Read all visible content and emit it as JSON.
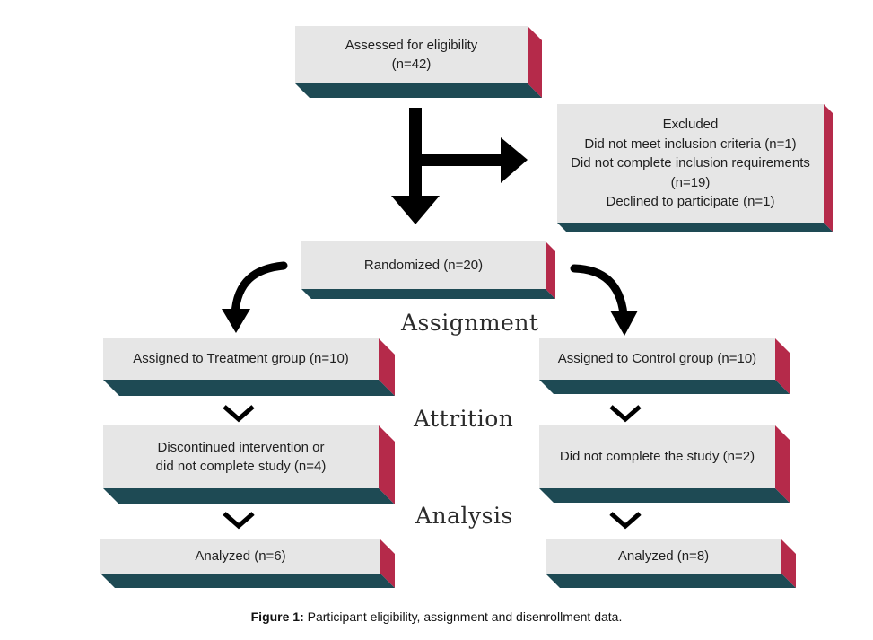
{
  "colors": {
    "face": "#e6e6e6",
    "bottom_edge": "#1e4a54",
    "side_edge": "#b52a4a",
    "arrow": "#000000"
  },
  "boxes": {
    "assessed": {
      "lines": [
        "Assessed for eligibility",
        "(n=42)"
      ]
    },
    "excluded": {
      "lines": [
        "Excluded",
        "Did not meet inclusion criteria (n=1)",
        "Did not complete inclusion requirements",
        "(n=19)",
        "Declined to participate (n=1)"
      ]
    },
    "randomized": {
      "lines": [
        "Randomized (n=20)"
      ]
    },
    "treatment": {
      "lines": [
        "Assigned to Treatment group (n=10)"
      ]
    },
    "control": {
      "lines": [
        "Assigned to Control group (n=10)"
      ]
    },
    "treatment_attrition": {
      "lines": [
        "Discontinued intervention or",
        "did not complete study (n=4)"
      ]
    },
    "control_attrition": {
      "lines": [
        "Did not complete the study (n=2)"
      ]
    },
    "treatment_analyzed": {
      "lines": [
        "Analyzed (n=6)"
      ]
    },
    "control_analyzed": {
      "lines": [
        "Analyzed (n=8)"
      ]
    }
  },
  "stages": {
    "assignment": "Assignment",
    "attrition": "Attrition",
    "analysis": "Analysis"
  },
  "caption": {
    "label": "Figure 1:",
    "text": "Participant eligibility, assignment and disenrollment data."
  }
}
